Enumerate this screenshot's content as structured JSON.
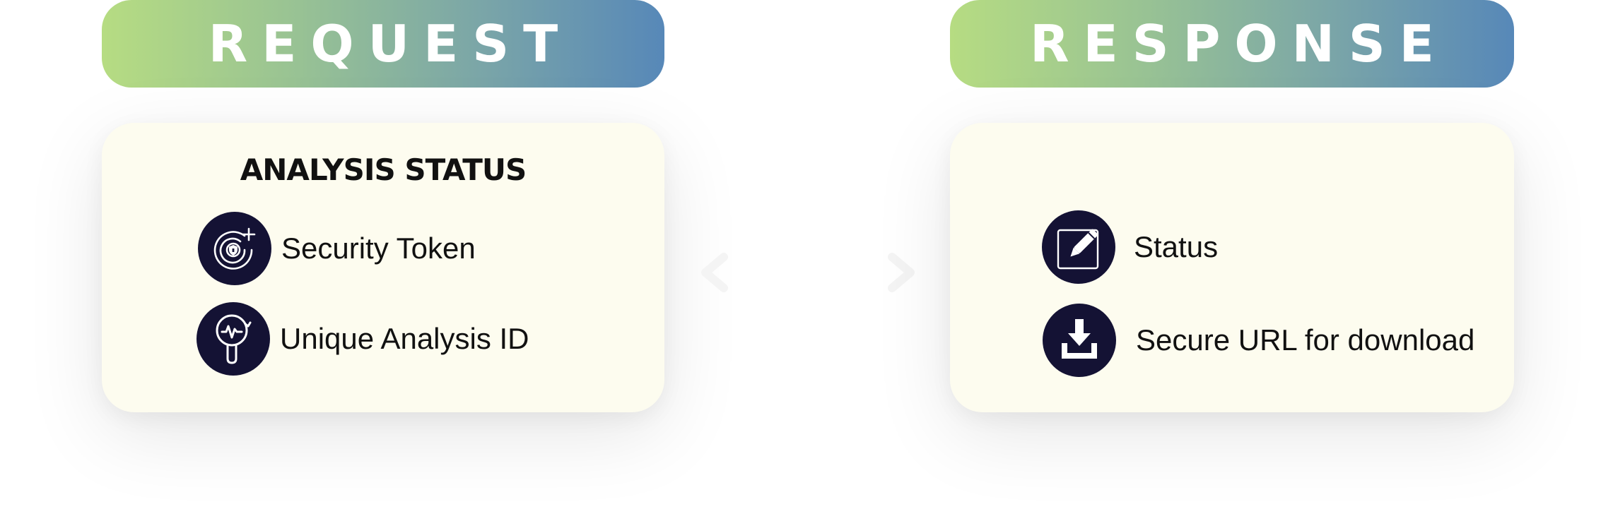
{
  "request": {
    "banner_label": "REQUEST",
    "card_title": "ANALYSIS STATUS",
    "items": [
      {
        "label": "Security Token",
        "icon": "security-token-icon"
      },
      {
        "label": "Unique Analysis ID",
        "icon": "analysis-search-icon"
      }
    ]
  },
  "response": {
    "banner_label": "RESPONSE",
    "items": [
      {
        "label": "Status",
        "icon": "edit-pencil-icon"
      },
      {
        "label": "Secure URL for download",
        "icon": "download-icon"
      }
    ]
  },
  "colors": {
    "banner_gradient_start": "#b6dc82",
    "banner_gradient_end": "#5788b8",
    "card_background": "#fdfcef",
    "icon_circle": "#141234",
    "text": "#111111"
  }
}
